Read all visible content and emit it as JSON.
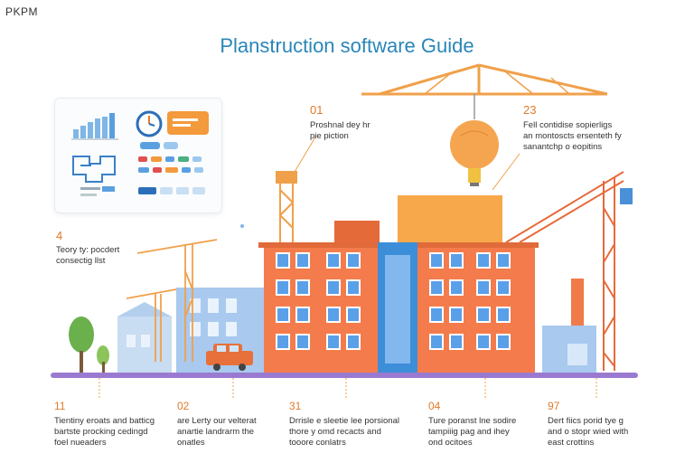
{
  "brand": "PKPM",
  "title": "Planstruction software Guide",
  "callouts": [
    {
      "num": "01",
      "line1": "Proshnal dey hr",
      "line2": "pie piction"
    },
    {
      "num": "23",
      "line1": "Fell contidise sopierligs",
      "line2": "an montoscts ersenteth fy",
      "line3": "sanantchp o eopitins"
    },
    {
      "num": "4",
      "line1": "Teory ty: pocdert",
      "line2": "consectig llst"
    }
  ],
  "steps": [
    {
      "num": "11",
      "line1": "Tientiny eroats and batticg",
      "line2": "bartste procking cedingd",
      "line3": "foel nueaders"
    },
    {
      "num": "02",
      "line1": "are Lerty our velterat",
      "line2": "anartie landrarm the",
      "line3": "onatles"
    },
    {
      "num": "31",
      "line1": "Drrisle e sleetie lee porsional",
      "line2": "thore y omd recacts and",
      "line3": "tooore conlatrs"
    },
    {
      "num": "04",
      "line1": "Ture poranst lne sodire",
      "line2": "tampiiig pag and ihey",
      "line3": "ond ocitoes"
    },
    {
      "num": "97",
      "line1": "Dert fiics porid tye g",
      "line2": "and o stopr wied with",
      "line3": "east crottins"
    }
  ],
  "colors": {
    "accent": "#e07a2a",
    "title_blue": "#2a86b8",
    "crane": "#f0a04a",
    "building_orange": "#f07a4a",
    "building_blue": "#4a90d8",
    "ground": "#9a7ad0"
  }
}
